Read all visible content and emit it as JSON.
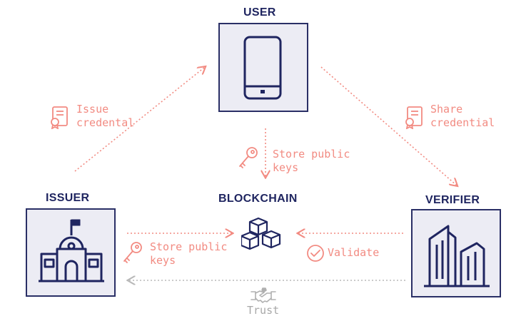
{
  "nodes": {
    "user": {
      "title": "USER"
    },
    "issuer": {
      "title": "ISSUER"
    },
    "verifier": {
      "title": "VERIFIER"
    },
    "blockchain": {
      "title": "BLOCKCHAIN"
    }
  },
  "labels": {
    "issue_credential": [
      "Issue",
      "credental"
    ],
    "share_credential": [
      "Share",
      "credential"
    ],
    "user_store_keys": [
      "Store public",
      "keys"
    ],
    "issuer_store_keys": [
      "Store public",
      "keys"
    ],
    "validate": "Validate",
    "trust": "Trust"
  },
  "colors": {
    "accent": "#f28b82",
    "navy": "#1f2560",
    "box_fill": "#ececf4",
    "muted": "#a8a8a8"
  },
  "icons": {
    "user": "tablet-icon",
    "issuer": "school-building-icon",
    "verifier": "office-towers-icon",
    "blockchain": "blocks-icon",
    "issue": "certificate-icon",
    "share": "certificate-icon",
    "keys": "key-icon",
    "validate": "check-circle-icon",
    "trust": "handshake-icon"
  }
}
